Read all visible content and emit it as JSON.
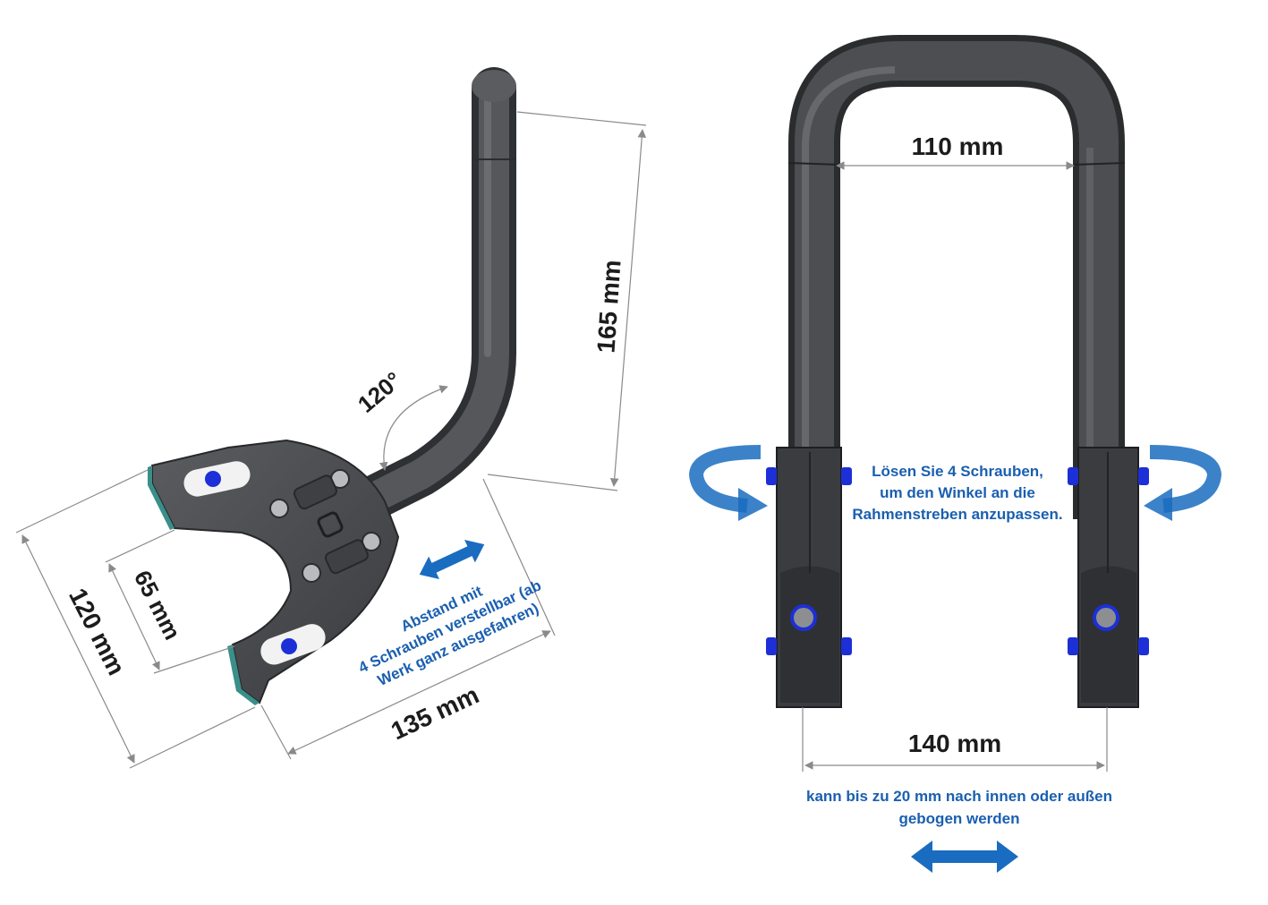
{
  "colors": {
    "tube": "#45474b",
    "tube_dark": "#2e3033",
    "plate": "#4a4c50",
    "plate_edge": "#3a8f8a",
    "screw": "#1d2fd6",
    "arrow_blue": "#1a6cc0",
    "note_blue": "#1a5fb0",
    "dim_line": "#8a8a8a",
    "dim_text": "#1c1c1c"
  },
  "left_view": {
    "angle_label": "120°",
    "height_label": "165 mm",
    "width_label": "120 mm",
    "inner_width_label": "65 mm",
    "depth_label": "135 mm",
    "adjust_note": [
      "Abstand mit",
      "4 Schrauben verstellbar (ab",
      "Werk ganz ausgefahren)"
    ]
  },
  "right_view": {
    "top_width_label": "110 mm",
    "bottom_width_label": "140 mm",
    "center_note": [
      "Lösen Sie 4 Schrauben,",
      "um den Winkel an die",
      "Rahmenstreben anzupassen."
    ],
    "bend_note": [
      "kann bis zu 20 mm nach innen oder außen",
      "gebogen werden"
    ]
  },
  "icons": {
    "rotate_left": "rotate-arrow-icon",
    "rotate_right": "rotate-arrow-icon",
    "double_arrow": "double-arrow-icon"
  }
}
